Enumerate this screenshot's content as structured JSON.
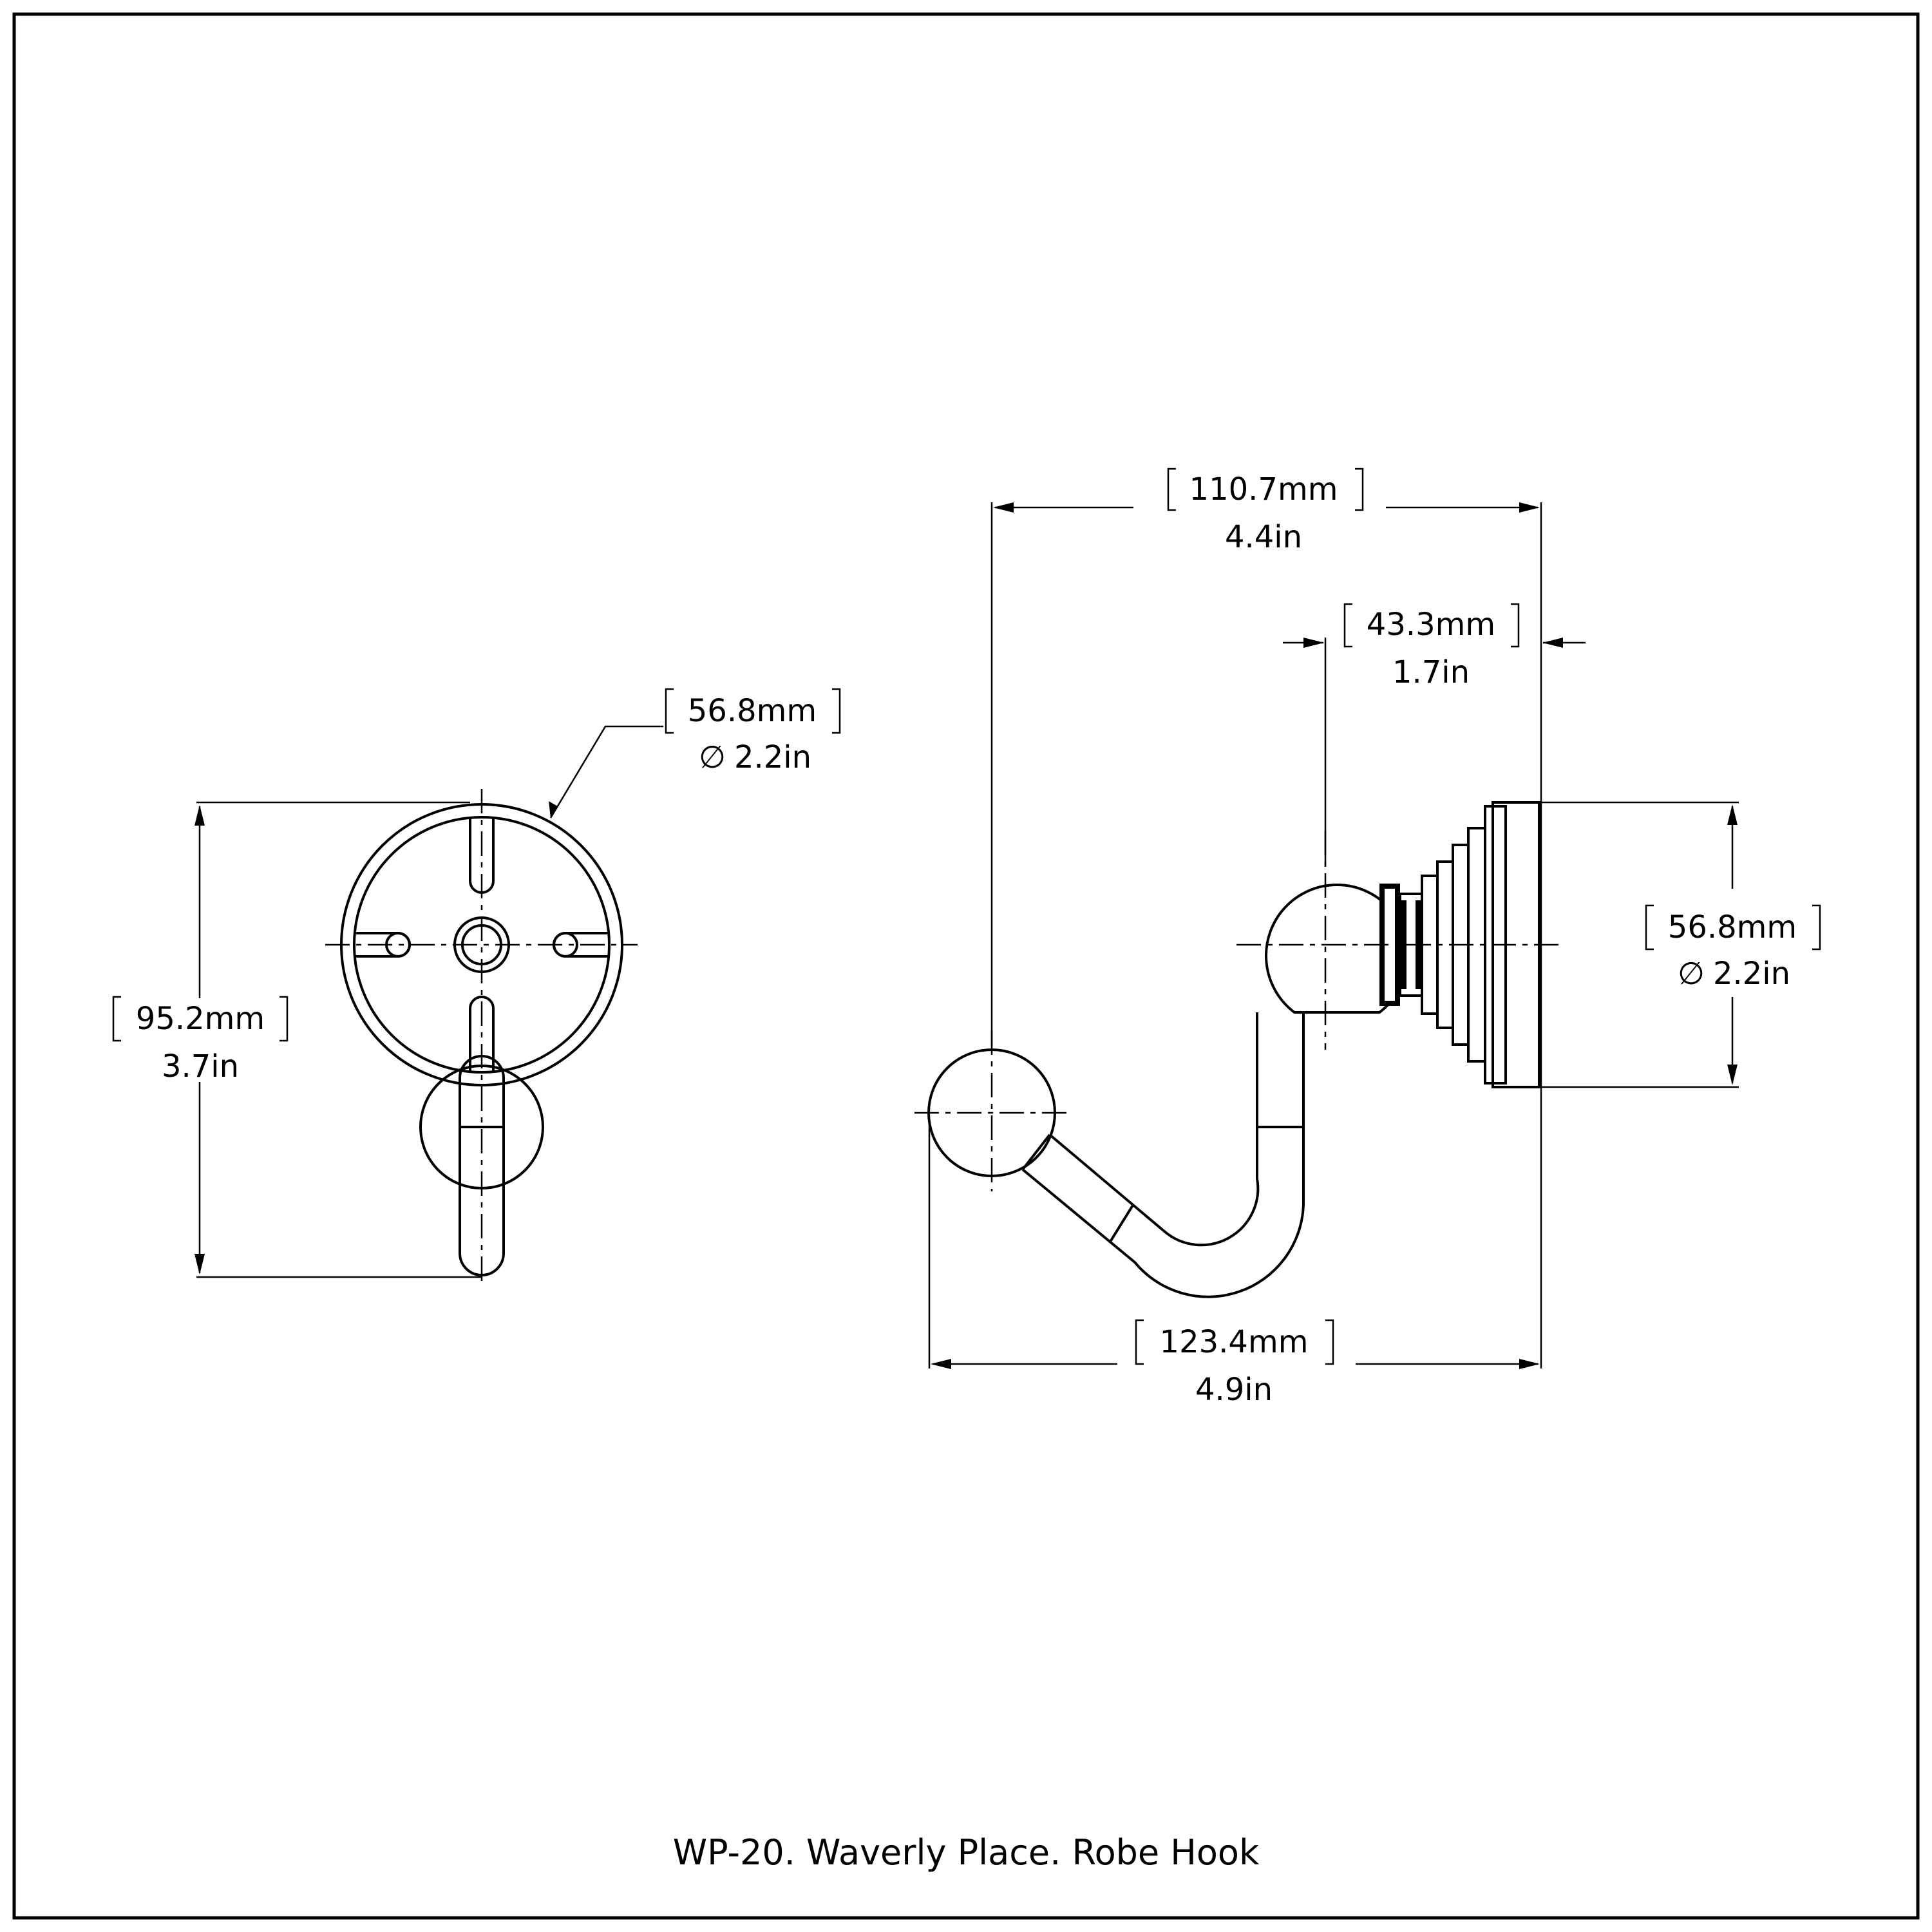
{
  "caption": "WP-20. Waverly Place. Robe Hook",
  "front_view": {
    "diameter": {
      "mm": "56.8mm",
      "symbol": "∅",
      "in": "2.2in"
    },
    "height": {
      "mm": "95.2mm",
      "in": "3.7in"
    }
  },
  "side_view": {
    "overall_top": {
      "mm": "110.7mm",
      "in": "4.4in"
    },
    "base_depth": {
      "mm": "43.3mm",
      "in": "1.7in"
    },
    "diameter": {
      "mm": "56.8mm",
      "symbol": "∅",
      "in": "2.2in"
    },
    "overall_bottom": {
      "mm": "123.4mm",
      "in": "4.9in"
    }
  }
}
